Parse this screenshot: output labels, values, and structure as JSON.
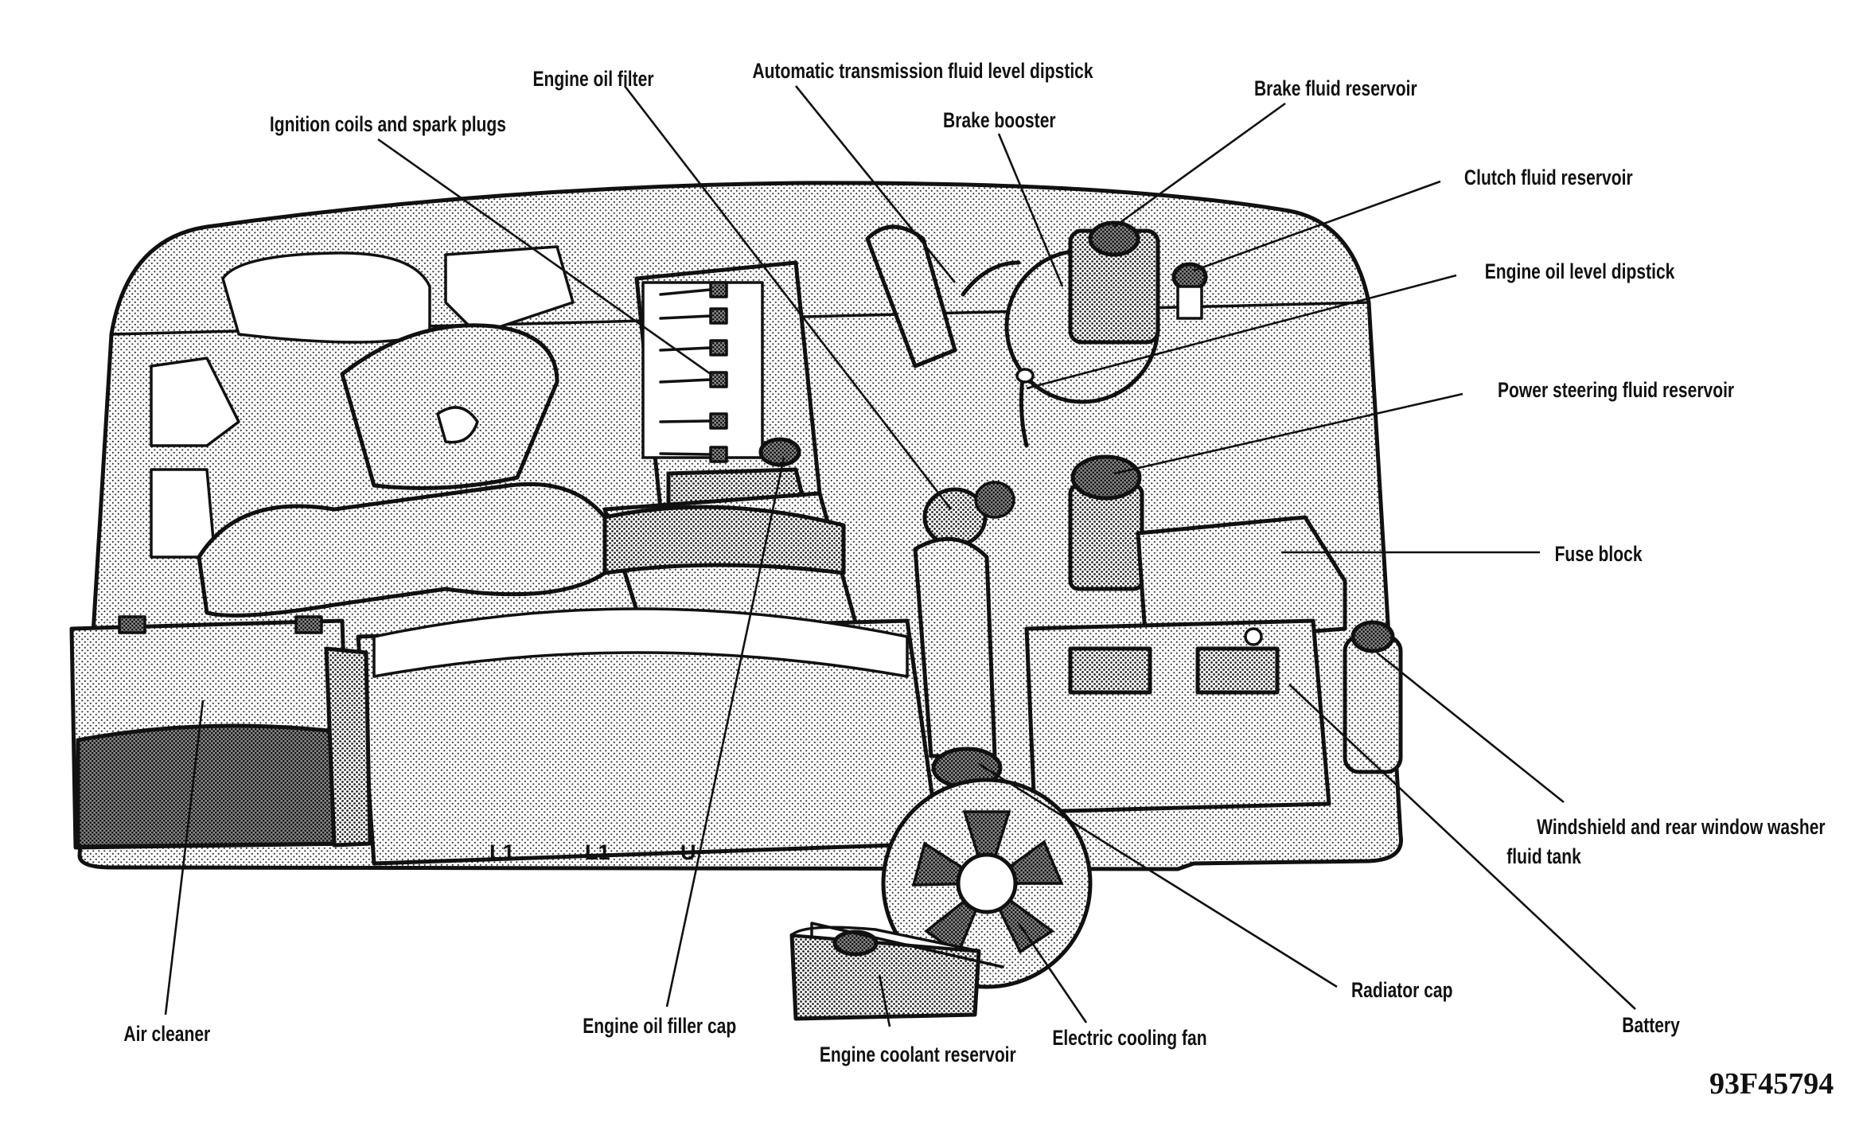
{
  "labels": {
    "engine_oil_filter": "Engine oil filter",
    "atf_dipstick": "Automatic transmission fluid level dipstick",
    "brake_fluid_reservoir": "Brake fluid reservoir",
    "brake_booster": "Brake booster",
    "ignition_coils": "Ignition coils and spark plugs",
    "clutch_fluid_reservoir": "Clutch fluid reservoir",
    "engine_oil_dipstick": "Engine oil level dipstick",
    "power_steering_reservoir": "Power steering fluid reservoir",
    "fuse_block": "Fuse block",
    "washer_tank_line1": "Windshield and rear window washer",
    "washer_tank_line2": "fluid tank",
    "radiator_cap": "Radiator cap",
    "battery": "Battery",
    "air_cleaner": "Air cleaner",
    "engine_oil_filler_cap": "Engine oil filler cap",
    "electric_cooling_fan": "Electric cooling fan",
    "engine_coolant_reservoir": "Engine coolant reservoir"
  },
  "figure_code": "93F45794",
  "manifold_marks": [
    "L1",
    "L1",
    "U"
  ]
}
